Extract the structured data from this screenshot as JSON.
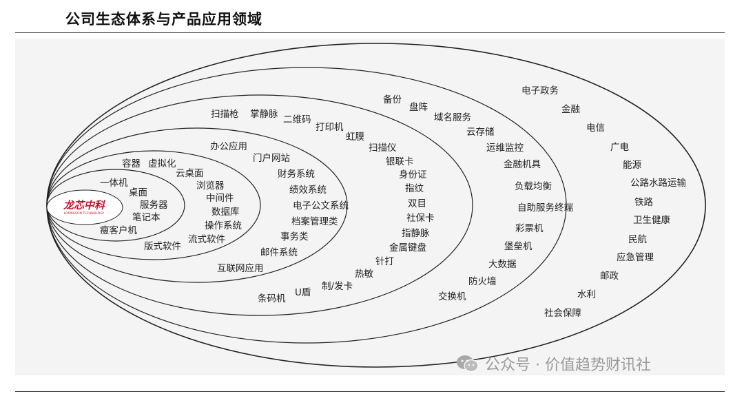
{
  "title": "公司生态体系与产品应用领域",
  "logo": {
    "name": "龙芯中科",
    "subtitle": "LOONGSON TECHNOLOGY",
    "color": "#c8102e"
  },
  "rings": [
    {
      "name": "ring-1",
      "labels": [
        "一体机",
        "桌面",
        "服务器",
        "笔记本",
        "瘦客户机"
      ]
    },
    {
      "name": "ring-2",
      "labels": [
        "容器",
        "虚拟化",
        "云桌面",
        "浏览器",
        "中间件",
        "数据库",
        "操作系统",
        "流式软件",
        "版式软件"
      ]
    },
    {
      "name": "ring-3",
      "labels": [
        "办公应用",
        "门户网站",
        "财务系统",
        "绩效系统",
        "电子公文系统",
        "档案管理类",
        "事务类",
        "邮件系统",
        "互联网应用"
      ]
    },
    {
      "name": "ring-4",
      "labels": [
        "扫描枪",
        "掌静脉",
        "二维码",
        "打印机",
        "虹膜",
        "扫描仪",
        "银联卡",
        "身份证",
        "指纹",
        "双目",
        "社保卡",
        "指静脉",
        "金属键盘",
        "针打",
        "热敏",
        "制/发卡",
        "U盾",
        "条码机"
      ]
    },
    {
      "name": "ring-5",
      "labels": [
        "备份",
        "盘阵",
        "域名服务",
        "云存储",
        "运维监控",
        "金融机具",
        "负载均衡",
        "自助服务终端",
        "彩票机",
        "堡垒机",
        "大数据",
        "防火墙",
        "交换机"
      ]
    },
    {
      "name": "ring-6",
      "labels": [
        "电子政务",
        "金融",
        "电信",
        "广电",
        "能源",
        "公路水路运输",
        "铁路",
        "卫生健康",
        "民航",
        "应急管理",
        "邮政",
        "水利",
        "社会保障"
      ]
    }
  ],
  "watermark": "公众号 · 价值趋势财讯社"
}
